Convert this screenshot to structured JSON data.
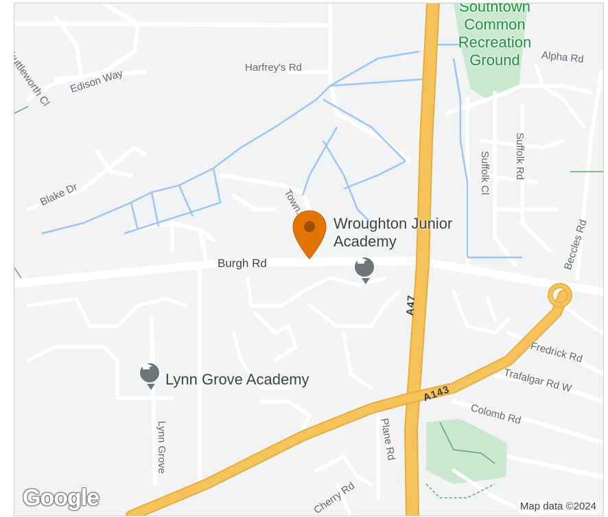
{
  "map": {
    "attribution": "Map data ©2024",
    "logo": "Google",
    "colors": {
      "background": "#f1f3f4",
      "minor_road": "#ffffff",
      "major_road": "#f5c35a",
      "waterway": "#9fc3f5",
      "park": "#c9e8cf",
      "marker": "#e37400"
    },
    "labels": {
      "park": "Southtown Common Recreation Ground",
      "alpha": "Alpha Rd",
      "harfreys": "Harfrey's Rd",
      "shuttleworth": "Shuttleworth Cl",
      "edison": "Edison Way",
      "suffolk_cl": "Suffolk Cl",
      "suffolk_rd": "Suffolk Rd",
      "blake": "Blake Dr",
      "town": "Town...",
      "beccles": "Beccles Rd",
      "burgh": "Burgh Rd",
      "a47": "A47",
      "a143": "A143",
      "fredrick": "Fredrick Rd",
      "trafalgar": "Trafalgar Rd W",
      "colomb": "Colomb Rd",
      "lynn_grove": "Lynn Grove",
      "plane": "Plane Rd",
      "cherry": "Cherry Rd"
    },
    "pois": {
      "wroughton": "Wroughton Junior Academy",
      "lynn_academy": "Lynn Grove Academy"
    },
    "icons": {
      "marker": "map-pin-icon",
      "school": "school-icon"
    }
  }
}
